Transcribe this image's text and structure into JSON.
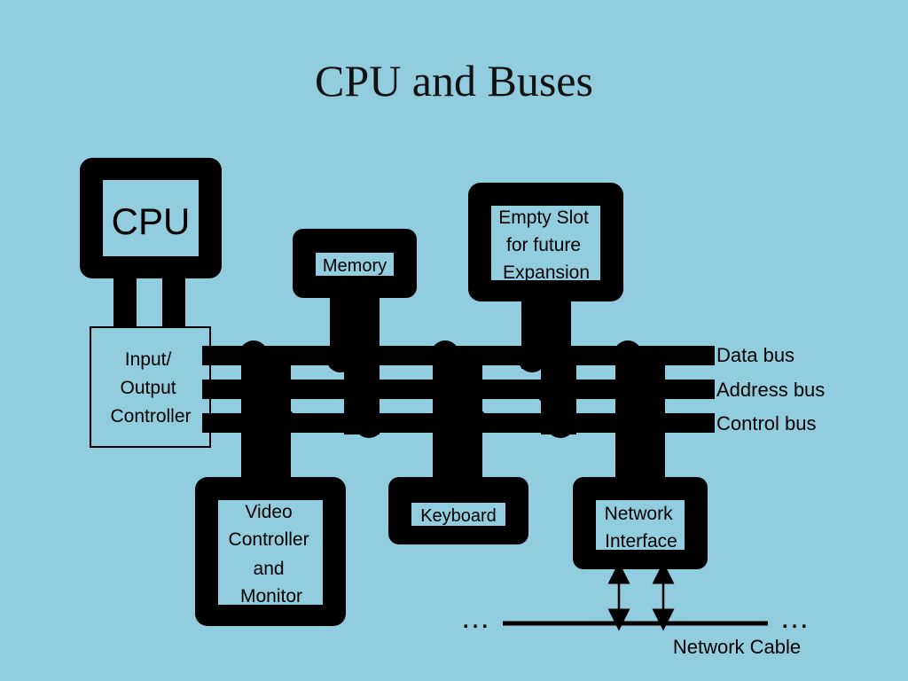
{
  "slide": {
    "title": "CPU and Buses"
  },
  "components": {
    "cpu": "CPU",
    "io_controller": [
      "Input/",
      "Output",
      "Controller"
    ],
    "memory": "Memory",
    "empty_slot": [
      "Empty Slot",
      "for future",
      "Expansion"
    ],
    "video": [
      "Video",
      "Controller",
      "and",
      "Monitor"
    ],
    "keyboard": "Keyboard",
    "network_interface": [
      "Network",
      "Interface"
    ]
  },
  "buses": {
    "data": "Data bus",
    "address": "Address bus",
    "control": "Control bus"
  },
  "network": {
    "cable_label": "Network Cable",
    "ellipsis_left": "…",
    "ellipsis_right": "…"
  },
  "colors": {
    "background": "#92CDDF",
    "ink": "#000000"
  }
}
